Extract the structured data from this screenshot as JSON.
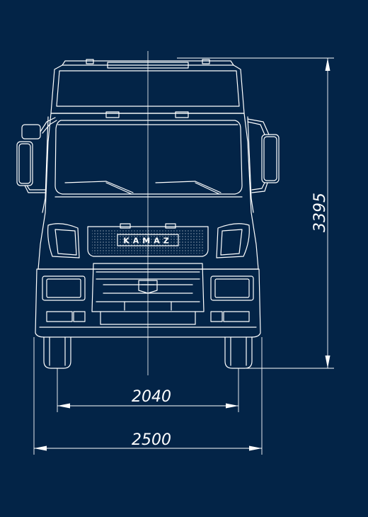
{
  "drawing": {
    "brand": "KAMAZ",
    "height_dimension": "3395",
    "track_dimension": "2040",
    "width_dimension": "2500",
    "background_color": "#032447",
    "line_color": "#ffffff"
  }
}
